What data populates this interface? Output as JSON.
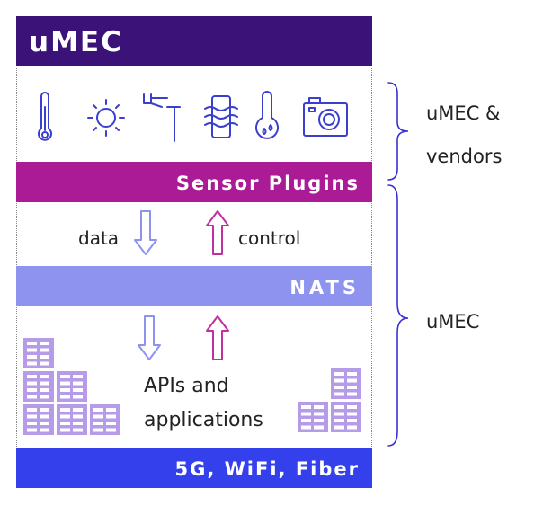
{
  "header": {
    "title": "uMEC"
  },
  "layers": {
    "sensor_plugins": "Sensor Plugins",
    "nats": "NATS",
    "network": "5G, WiFi, Fiber"
  },
  "flow": {
    "data_label": "data",
    "control_label": "control"
  },
  "apps": {
    "line1": "APIs and",
    "line2": "applications"
  },
  "brackets": {
    "upper_line1": "uMEC &",
    "upper_line2": "vendors",
    "lower": "uMEC"
  },
  "sensors": [
    "thermometer-icon",
    "sun-icon",
    "wind-vane-icon",
    "wind-icon",
    "humidity-icon",
    "camera-icon"
  ],
  "colors": {
    "header": "#3b1277",
    "sensor_band": "#aa1b95",
    "nats_band": "#8f93f0",
    "network_band": "#3340ec",
    "icon_stroke": "#3a3fd0",
    "data_arrow": "#8f93f0",
    "control_arrow": "#c0309f",
    "app_blocks": "#b69be8",
    "bracket": "#3a2fd0"
  }
}
